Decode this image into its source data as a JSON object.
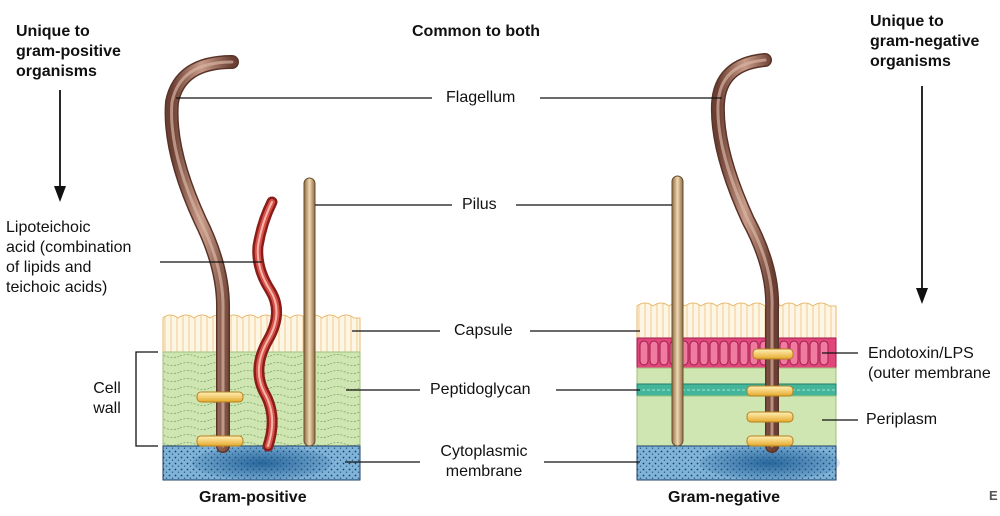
{
  "headers": {
    "unique_gram_positive": [
      "Unique to",
      "gram-positive",
      "organisms"
    ],
    "common": "Common to both",
    "unique_gram_negative": [
      "Unique to",
      "gram-negative",
      "organisms"
    ]
  },
  "common_labels": {
    "flagellum": "Flagellum",
    "pilus": "Pilus",
    "capsule": "Capsule",
    "peptidoglycan": "Peptidoglycan",
    "cytoplasmic_membrane": [
      "Cytoplasmic",
      "membrane"
    ]
  },
  "gram_positive_labels": {
    "lipoteichoic": [
      "Lipoteichoic",
      "acid (combination",
      "of lipids and",
      "teichoic acids)"
    ],
    "cell_wall": [
      "Cell",
      "wall"
    ]
  },
  "gram_negative_labels": {
    "endotoxin": [
      "Endotoxin/LPS",
      "(outer membrane"
    ],
    "periplasm": "Periplasm"
  },
  "captions": {
    "gram_positive": "Gram-positive",
    "gram_negative": "Gram-negative"
  },
  "corner_mark": "E",
  "colors": {
    "capsule": "#fdf3dc",
    "capsule_stroke": "#e8b96a",
    "peptidoglycan": "#cfe6b3",
    "membrane": "#2f6fa0",
    "lps": "#e2457a",
    "flagellum": "#8a5a4a",
    "pilus": "#c9a77a",
    "lipoteichoic": "#c8342c"
  }
}
